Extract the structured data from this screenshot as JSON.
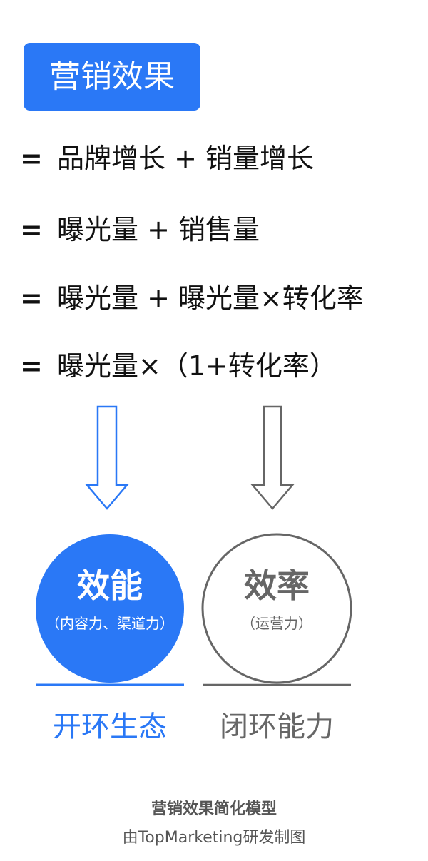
{
  "title": "营销效果",
  "equations": [
    {
      "sign": "=",
      "text": "品牌增长 + 销量增长"
    },
    {
      "sign": "=",
      "text": "曝光量 + 销售量"
    },
    {
      "sign": "=",
      "text": "曝光量 + 曝光量×转化率"
    },
    {
      "sign": "=",
      "text": "曝光量×（1+转化率）"
    }
  ],
  "left": {
    "main": "效能",
    "sub": "（内容力、渠道力）",
    "label": "开环生态",
    "color": "#2a78f6"
  },
  "right": {
    "main": "效率",
    "sub": "（运营力）",
    "label": "闭环能力",
    "color": "#666666"
  },
  "footer": {
    "caption": "营销效果简化模型",
    "credit": "由TopMarketing研发制图"
  }
}
